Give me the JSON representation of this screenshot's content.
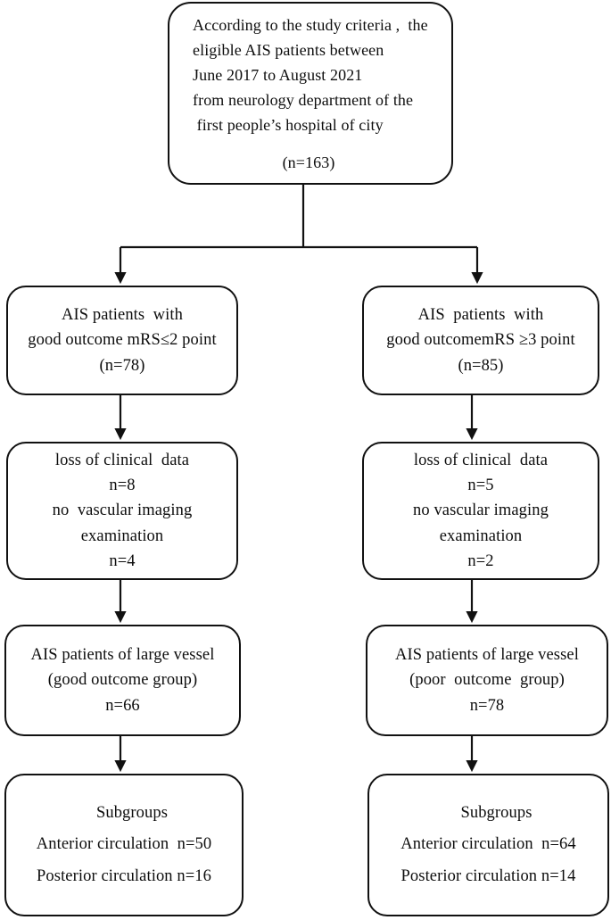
{
  "diagram": {
    "title": "AIS patient selection flowchart",
    "stroke_color": "#111111",
    "text_color": "#0d0d0d",
    "background_color": "#ffffff"
  },
  "nodes": {
    "enrollment": {
      "lines": [
        "According to the study criteria ,  the",
        "eligible AIS patients between",
        "June 2017 to August 2021",
        "from neurology department of the",
        " first people’s hospital of city"
      ],
      "count": "(n=163)"
    },
    "good_outcome": {
      "lines": [
        "AIS patients  with",
        "good outcome mRS≤2 point",
        "",
        "(n=78)"
      ]
    },
    "poor_outcome": {
      "lines": [
        "AIS  patients  with",
        "good outcomemRS ≥3 point",
        "",
        "(n=85)"
      ]
    },
    "good_excluded": {
      "lines": [
        "loss of clinical  data",
        "n=8",
        "no  vascular imaging",
        "examination",
        "n=4"
      ]
    },
    "poor_excluded": {
      "lines": [
        "loss of clinical  data",
        "n=5",
        "no vascular imaging",
        "examination",
        "n=2"
      ]
    },
    "good_vessel": {
      "lines": [
        "AIS patients of large vessel",
        "(good outcome group)",
        "n=66"
      ]
    },
    "poor_vessel": {
      "lines": [
        "AIS patients of large vessel",
        "(poor  outcome  group)",
        "n=78"
      ]
    },
    "good_subgroups": {
      "lines": [
        "Subgroups",
        "Anterior circulation  n=50",
        "Posterior circulation n=16"
      ]
    },
    "poor_subgroups": {
      "lines": [
        "Subgroups",
        "Anterior circulation  n=64",
        "Posterior circulation n=14"
      ]
    }
  }
}
